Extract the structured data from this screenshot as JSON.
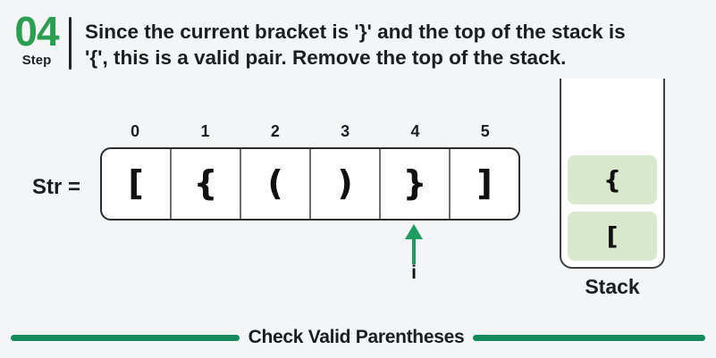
{
  "header": {
    "step_number": "04",
    "step_label": "Step",
    "description_line1": "Since the current bracket is '}' and the top of the stack is",
    "description_line2": "'{', this is a valid pair. Remove the top of the stack."
  },
  "string_row": {
    "label": "Str =",
    "cells": [
      {
        "index": "0",
        "char": "["
      },
      {
        "index": "1",
        "char": "{"
      },
      {
        "index": "2",
        "char": "("
      },
      {
        "index": "3",
        "char": ")"
      },
      {
        "index": "4",
        "char": "}"
      },
      {
        "index": "5",
        "char": "]"
      }
    ],
    "pointer_label": "i",
    "pointer_index": 4
  },
  "stack": {
    "label": "Stack",
    "items": [
      {
        "char": "{"
      },
      {
        "char": "["
      }
    ]
  },
  "footer": {
    "title": "Check Valid Parentheses"
  },
  "colors": {
    "background": "#f3f5f6",
    "step_number_green": "#2b9e52",
    "arrow_green": "#1f9a60",
    "rule_green": "#15895e",
    "stack_item_fill": "#d8e8cc",
    "text_dark": "#1d1d1f",
    "cell_border": "#2b2b2b"
  }
}
